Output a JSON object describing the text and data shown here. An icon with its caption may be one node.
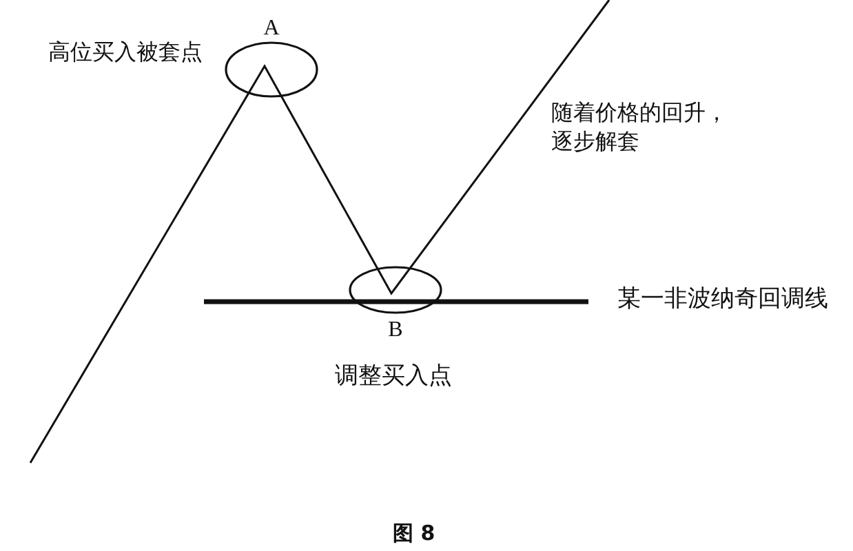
{
  "diagram": {
    "caption": "图 8",
    "nodes": [
      {
        "text": [
          "A"
        ],
        "beside": [
          "高位买入被套点"
        ]
      },
      {
        "text": [
          "B"
        ],
        "beside": [
          "调整买入点"
        ]
      }
    ],
    "labels": [
      "随着价格的回升，逐步解套",
      "某一非波纳奇回调线"
    ]
  }
}
